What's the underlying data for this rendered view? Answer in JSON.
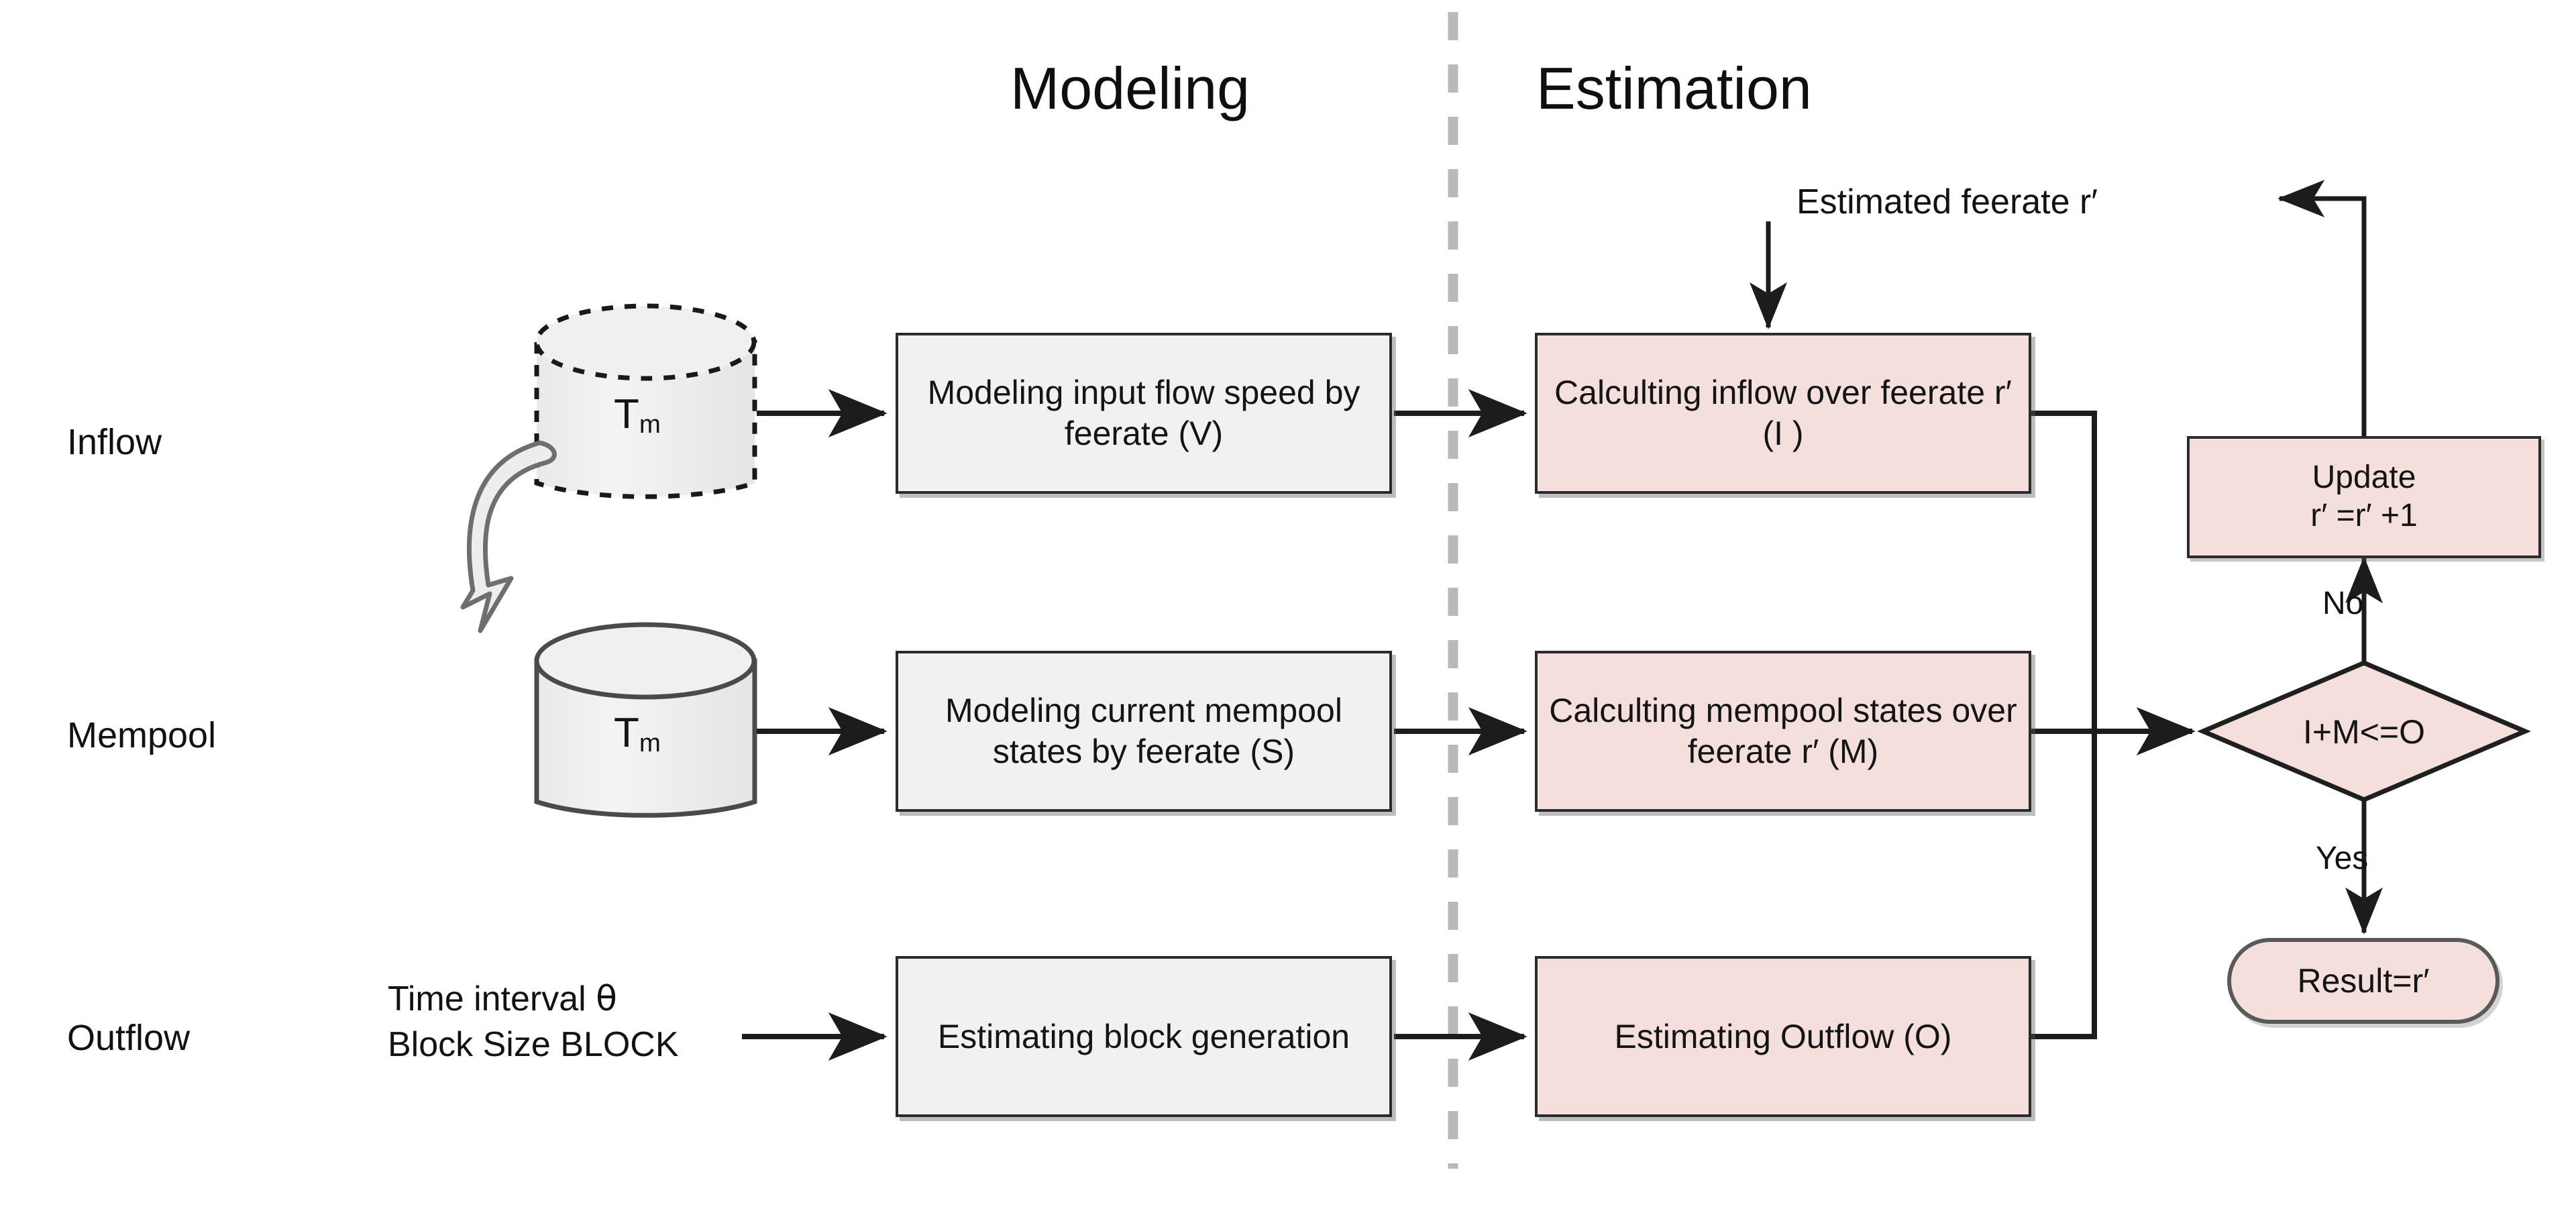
{
  "figure": {
    "type": "flowchart",
    "background": "#ffffff",
    "palette": {
      "modeling_box_fill": "#f0f1f1",
      "estimation_box_fill": "#f4dfdc",
      "box_border": "#2b2b2b",
      "divider": "#b4b4b4",
      "text": "#141414"
    }
  },
  "headings": {
    "modeling": "Modeling",
    "estimation": "Estimation"
  },
  "row_labels": [
    {
      "id": "inflow",
      "text": "Inflow"
    },
    {
      "id": "mempool",
      "text": "Mempool"
    },
    {
      "id": "outflow",
      "text": "Outflow"
    }
  ],
  "sources": {
    "inflow_cylinder": {
      "label": "T",
      "sub": "m",
      "style": "dashed"
    },
    "mempool_cylinder": {
      "label": "T",
      "sub": "m",
      "style": "solid"
    },
    "outflow_inputs": {
      "line1": "Time interval",
      "line1_symbol": "θ",
      "line2_prefix": "Block Size",
      "line2_symbol": "BLOCK"
    }
  },
  "modeling_boxes": [
    {
      "id": "v",
      "text": "Modeling input flow speed by feerate  (V)"
    },
    {
      "id": "s",
      "text": "Modeling current mempool states by feerate  (S)"
    },
    {
      "id": "blockgen",
      "text": "Estimating block generation"
    }
  ],
  "estimation_boxes": [
    {
      "id": "i",
      "text": "Calculting inflow over feerate r′  (I )"
    },
    {
      "id": "m",
      "text": "Calculting mempool states over feerate r′   (M)"
    },
    {
      "id": "o",
      "text": "Estimating Outflow (O)"
    }
  ],
  "feedback": {
    "estimated_feerate_label": "Estimated feerate r′",
    "update_title": "Update",
    "update_expression": "r′  =r′  +1",
    "no_label": "No",
    "yes_label": "Yes"
  },
  "decision": {
    "condition": "I+M<=O"
  },
  "result": {
    "text": "Result=r′"
  }
}
